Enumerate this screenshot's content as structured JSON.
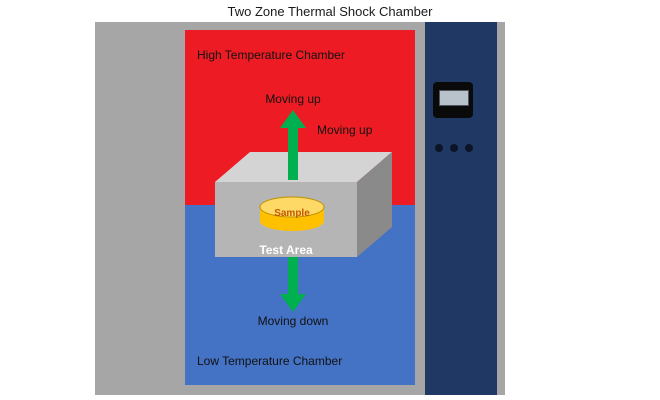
{
  "title": "Two Zone Thermal Shock Chamber",
  "diagram": {
    "high_chamber_label": "High Temperature Chamber",
    "low_chamber_label": "Low Temperature Chamber",
    "test_area_label": "Test Area",
    "sample_label": "Sample",
    "moving_up_label_top": "Moving up",
    "moving_up_label_right": "Moving up",
    "moving_down_label": "Moving down"
  },
  "colors": {
    "frame_gray": "#a6a6a6",
    "high_chamber_red": "#ed1c24",
    "low_chamber_blue": "#4472c4",
    "control_panel_navy": "#1f3864",
    "arrow_green": "#00b050",
    "box_top": "#d4d4d4",
    "box_front": "#b5b5b5",
    "box_side": "#8a8a8a",
    "sample_yellow": "#ffc000",
    "sample_yellow_top": "#ffd966"
  }
}
